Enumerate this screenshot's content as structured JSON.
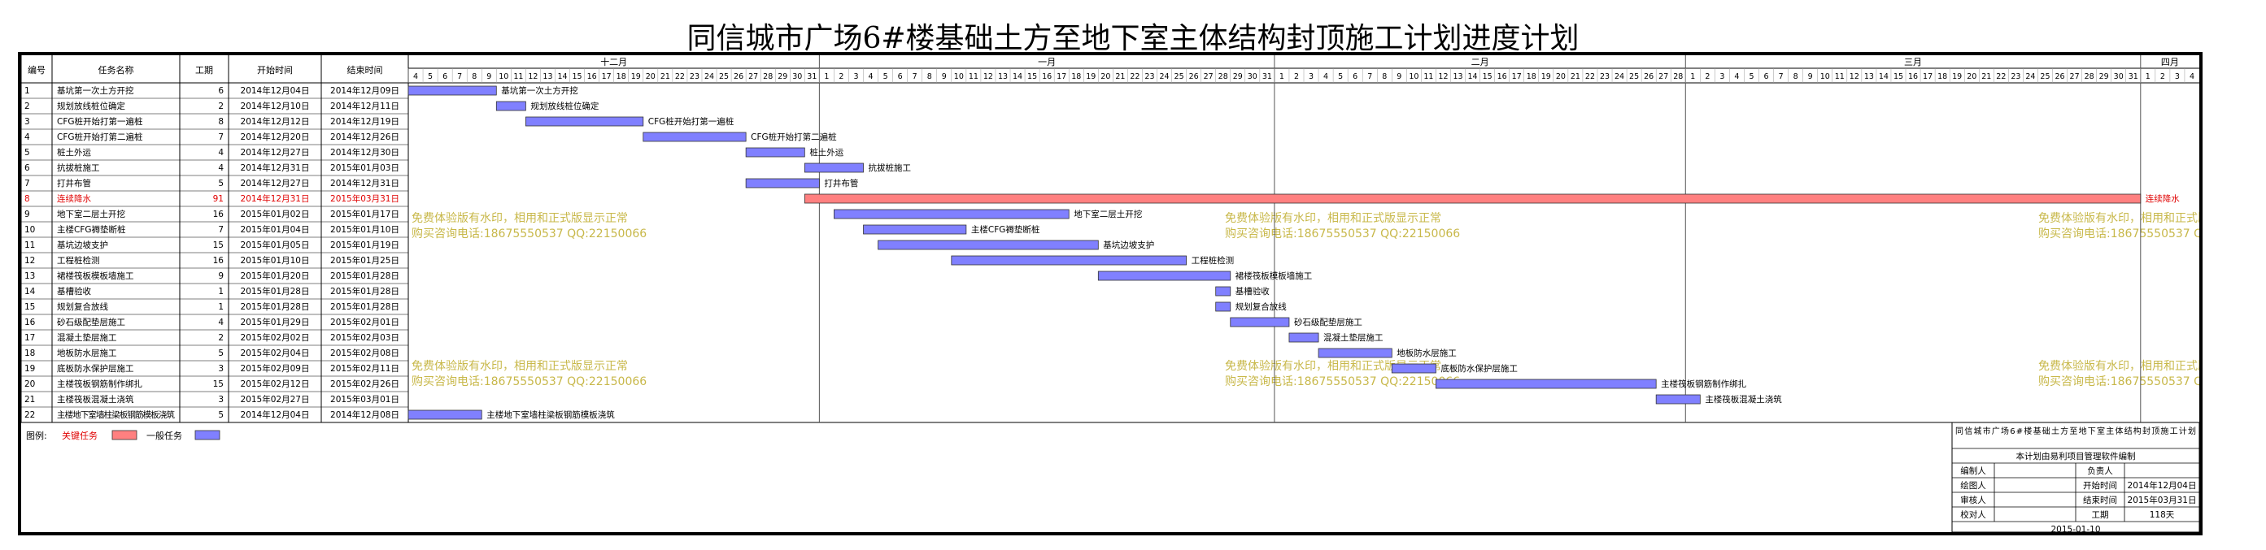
{
  "title": "同信城市广场6#楼基础土方至地下室主体结构封顶施工计划进度计划",
  "colors": {
    "normal_bar": "#8080ff",
    "critical_bar": "#ff8080",
    "critical_text": "#e00000",
    "watermark": "#c8b84a",
    "grid": "#9a9a9a"
  },
  "headers": {
    "id": "编号",
    "name": "任务名称",
    "duration": "工期",
    "start": "开始时间",
    "end": "结束时间"
  },
  "timeline": {
    "start_date": "2014-12-04",
    "months": [
      {
        "label": "十二月",
        "start": "2014-12-04",
        "days": 28
      },
      {
        "label": "一月",
        "start": "2015-01-01",
        "days": 31
      },
      {
        "label": "二月",
        "start": "2015-02-01",
        "days": 28
      },
      {
        "label": "三月",
        "start": "2015-03-01",
        "days": 31
      },
      {
        "label": "四月",
        "start": "2015-04-01",
        "days": 4
      }
    ]
  },
  "chart_data": {
    "type": "gantt",
    "tasks": [
      {
        "id": "1",
        "name": "基坑第一次土方开挖",
        "duration": "6",
        "start": "2014年12月04日",
        "end": "2014年12月09日",
        "bar_label": "基坑第一次土方开挖",
        "critical": false,
        "s": "2014-12-04",
        "e": "2014-12-09"
      },
      {
        "id": "2",
        "name": "规划放线桩位确定",
        "duration": "2",
        "start": "2014年12月10日",
        "end": "2014年12月11日",
        "bar_label": "规划放线桩位确定",
        "critical": false,
        "s": "2014-12-10",
        "e": "2014-12-11"
      },
      {
        "id": "3",
        "name": "CFG桩开始打第一遍桩",
        "duration": "8",
        "start": "2014年12月12日",
        "end": "2014年12月19日",
        "bar_label": "CFG桩开始打第一遍桩",
        "critical": false,
        "s": "2014-12-12",
        "e": "2014-12-19"
      },
      {
        "id": "4",
        "name": "CFG桩开始打第二遍桩",
        "duration": "7",
        "start": "2014年12月20日",
        "end": "2014年12月26日",
        "bar_label": "CFG桩开始打第二遍桩",
        "critical": false,
        "s": "2014-12-20",
        "e": "2014-12-26"
      },
      {
        "id": "5",
        "name": "桩土外运",
        "duration": "4",
        "start": "2014年12月27日",
        "end": "2014年12月30日",
        "bar_label": "桩土外运",
        "critical": false,
        "s": "2014-12-27",
        "e": "2014-12-30"
      },
      {
        "id": "6",
        "name": "抗拔桩施工",
        "duration": "4",
        "start": "2014年12月31日",
        "end": "2015年01月03日",
        "bar_label": "抗拔桩施工",
        "critical": false,
        "s": "2014-12-31",
        "e": "2015-01-03"
      },
      {
        "id": "7",
        "name": "打井布管",
        "duration": "5",
        "start": "2014年12月27日",
        "end": "2014年12月31日",
        "bar_label": "打井布管",
        "critical": false,
        "s": "2014-12-27",
        "e": "2014-12-31"
      },
      {
        "id": "8",
        "name": "连续降水",
        "duration": "91",
        "start": "2014年12月31日",
        "end": "2015年03月31日",
        "bar_label": "连续降水",
        "critical": true,
        "s": "2014-12-31",
        "e": "2015-03-31"
      },
      {
        "id": "9",
        "name": "地下室二层土开挖",
        "duration": "16",
        "start": "2015年01月02日",
        "end": "2015年01月17日",
        "bar_label": "地下室二层土开挖",
        "critical": false,
        "s": "2015-01-02",
        "e": "2015-01-17"
      },
      {
        "id": "10",
        "name": "主楼CFG褥垫断桩",
        "duration": "7",
        "start": "2015年01月04日",
        "end": "2015年01月10日",
        "bar_label": "主楼CFG褥垫断桩",
        "critical": false,
        "s": "2015-01-04",
        "e": "2015-01-10"
      },
      {
        "id": "11",
        "name": "基坑边坡支护",
        "duration": "15",
        "start": "2015年01月05日",
        "end": "2015年01月19日",
        "bar_label": "基坑边坡支护",
        "critical": false,
        "s": "2015-01-05",
        "e": "2015-01-19"
      },
      {
        "id": "12",
        "name": "工程桩检测",
        "duration": "16",
        "start": "2015年01月10日",
        "end": "2015年01月25日",
        "bar_label": "工程桩检测",
        "critical": false,
        "s": "2015-01-10",
        "e": "2015-01-25"
      },
      {
        "id": "13",
        "name": "裙楼筏板模板墙施工",
        "duration": "9",
        "start": "2015年01月20日",
        "end": "2015年01月28日",
        "bar_label": "裙楼筏板模板墙施工",
        "critical": false,
        "s": "2015-01-20",
        "e": "2015-01-28"
      },
      {
        "id": "14",
        "name": "基槽验收",
        "duration": "1",
        "start": "2015年01月28日",
        "end": "2015年01月28日",
        "bar_label": "基槽验收",
        "critical": false,
        "s": "2015-01-28",
        "e": "2015-01-28"
      },
      {
        "id": "15",
        "name": "规划复合放线",
        "duration": "1",
        "start": "2015年01月28日",
        "end": "2015年01月28日",
        "bar_label": "规划复合放线",
        "critical": false,
        "s": "2015-01-28",
        "e": "2015-01-28"
      },
      {
        "id": "16",
        "name": "砂石级配垫层施工",
        "duration": "4",
        "start": "2015年01月29日",
        "end": "2015年02月01日",
        "bar_label": "砂石级配垫层施工",
        "critical": false,
        "s": "2015-01-29",
        "e": "2015-02-01"
      },
      {
        "id": "17",
        "name": "混凝土垫层施工",
        "duration": "2",
        "start": "2015年02月02日",
        "end": "2015年02月03日",
        "bar_label": "混凝土垫层施工",
        "critical": false,
        "s": "2015-02-02",
        "e": "2015-02-03"
      },
      {
        "id": "18",
        "name": "地板防水层施工",
        "duration": "5",
        "start": "2015年02月04日",
        "end": "2015年02月08日",
        "bar_label": "地板防水层施工",
        "critical": false,
        "s": "2015-02-04",
        "e": "2015-02-08"
      },
      {
        "id": "19",
        "name": "底板防水保护层施工",
        "duration": "3",
        "start": "2015年02月09日",
        "end": "2015年02月11日",
        "bar_label": "底板防水保护层施工",
        "critical": false,
        "s": "2015-02-09",
        "e": "2015-02-11"
      },
      {
        "id": "20",
        "name": "主楼筏板钢筋制作绑扎",
        "duration": "15",
        "start": "2015年02月12日",
        "end": "2015年02月26日",
        "bar_label": "主楼筏板钢筋制作绑扎",
        "critical": false,
        "s": "2015-02-12",
        "e": "2015-02-26"
      },
      {
        "id": "21",
        "name": "主楼筏板混凝土浇筑",
        "duration": "3",
        "start": "2015年02月27日",
        "end": "2015年03月01日",
        "bar_label": "主楼筏板混凝土浇筑",
        "critical": false,
        "s": "2015-02-27",
        "e": "2015-03-01"
      },
      {
        "id": "22",
        "name": "主楼地下室墙柱梁板钢筋模板浇筑",
        "duration": "5",
        "start": "2014年12月04日",
        "end": "2014年12月08日",
        "bar_label": "主楼地下室墙柱梁板钢筋模板浇筑",
        "critical": false,
        "s": "2014-12-04",
        "e": "2014-12-08"
      }
    ]
  },
  "legend": {
    "label": "图例:",
    "critical": "关键任务",
    "normal": "一般任务"
  },
  "watermark": {
    "line1": "免费体验版有水印，相用和正式版显示正常",
    "line2": "购买咨询电话:18675550537 QQ:22150066"
  },
  "infobox": {
    "project": "同信城市广场6#楼基础土方至地下室主体结构封顶施工计划",
    "software": "本计划由易利项目管理软件编制",
    "rows": [
      {
        "k1": "编制人",
        "v1": "",
        "k2": "负责人",
        "v2": ""
      },
      {
        "k1": "绘图人",
        "v1": "",
        "k2": "开始时间",
        "v2": "2014年12月04日"
      },
      {
        "k1": "审核人",
        "v1": "",
        "k2": "结束时间",
        "v2": "2015年03月31日"
      },
      {
        "k1": "校对人",
        "v1": "",
        "k2": "工期",
        "v2": "118天"
      }
    ],
    "date": "2015-01-10"
  }
}
